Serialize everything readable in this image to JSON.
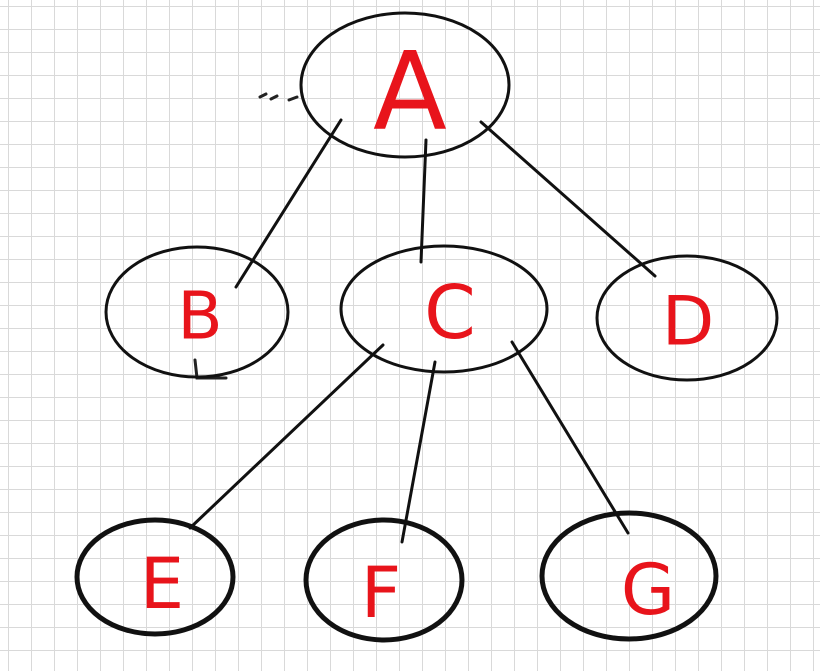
{
  "tree": {
    "nodes": {
      "A": {
        "label": "A"
      },
      "B": {
        "label": "B"
      },
      "C": {
        "label": "C"
      },
      "D": {
        "label": "D"
      },
      "E": {
        "label": "E"
      },
      "F": {
        "label": "F"
      },
      "G": {
        "label": "G"
      }
    },
    "edges": [
      {
        "from": "A",
        "to": "B"
      },
      {
        "from": "A",
        "to": "C"
      },
      {
        "from": "A",
        "to": "D"
      },
      {
        "from": "C",
        "to": "E"
      },
      {
        "from": "C",
        "to": "F"
      },
      {
        "from": "C",
        "to": "G"
      }
    ]
  },
  "colors": {
    "outline": "#111111",
    "label": "#e8141b",
    "grid": "#d9d9d9",
    "background": "#ffffff"
  }
}
